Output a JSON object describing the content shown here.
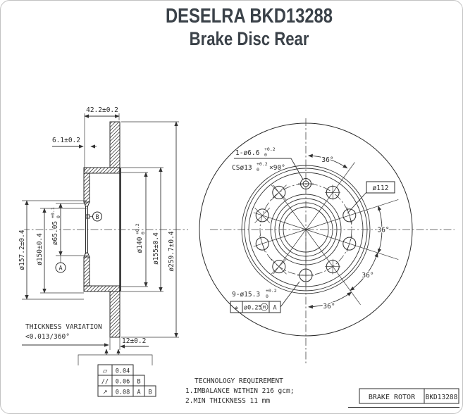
{
  "title": {
    "line1": "DESELRA BKD13288",
    "line2": "Brake Disc Rear"
  },
  "section": {
    "dims": {
      "width_overall": "42.2±0.2",
      "flange_thickness": "6.1±0.2",
      "d157": "ø157.2±0.4",
      "d150": "ø150±0.4",
      "d65_main": "ø65.05",
      "d65_tol_hi": "+0.1",
      "d65_tol_lo": "0",
      "d140_main": "ø140",
      "d140_tol_hi": "+0.2",
      "d140_tol_lo": "0",
      "d155": "ø155±0.4",
      "d259": "ø259.7±0.4",
      "disc_thickness": "12±0.2",
      "thickness_variation_label": "THICKNESS VARIATION",
      "thickness_variation_value": "<0.013/360°"
    },
    "datums": {
      "a": "A",
      "b": "B"
    },
    "fcf": {
      "flatness_sym": "▱",
      "flatness": "0.04",
      "parallel_sym": "//",
      "parallelism": "0.06",
      "parallelism_datum": "B",
      "runout_sym": "↗",
      "runout": "0.08",
      "runout_datum1": "A",
      "runout_datum2": "B"
    }
  },
  "front": {
    "hole_note_main": "1-ø6.6",
    "hole_note_tol_hi": "+0.2",
    "hole_note_tol_lo": "0",
    "cs_note_main": "CSø13",
    "cs_note_tol_hi": "+0.2",
    "cs_note_tol_lo": "0",
    "cs_note_suffix": "×90°",
    "bolt_circle": "ø112",
    "bolt_holes_main": "9-ø15.3",
    "bolt_holes_tol_hi": "+0.2",
    "bolt_holes_tol_lo": "0",
    "position_sym": "⌖",
    "position_tol": "ø0.25",
    "material_mod": "M",
    "position_datum": "A",
    "angle_label": "36°"
  },
  "notes": {
    "heading": "TECHNOLOGY REQUIREMENT",
    "item1": "1.IMBALANCE WITHIN 216 gcm;",
    "item2": "2.MIN THICKNESS 11 mm"
  },
  "title_block": {
    "part": "BRAKE ROTOR",
    "number": "BKD13288"
  },
  "colors": {
    "title": "#3b4249",
    "line": "#2b2b2b"
  }
}
